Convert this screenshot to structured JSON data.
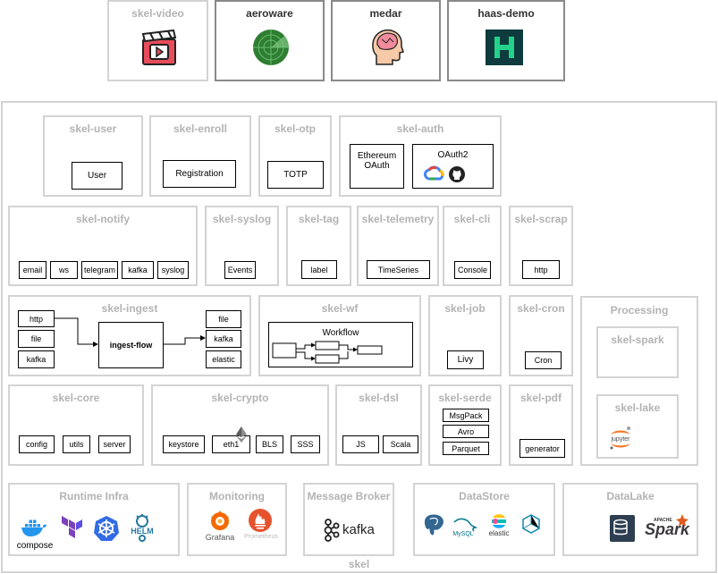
{
  "top_modules": [
    {
      "name": "skel-video"
    },
    {
      "name": "aeroware"
    },
    {
      "name": "medar"
    },
    {
      "name": "haas-demo"
    }
  ],
  "skel": {
    "label": "skel",
    "user": {
      "title": "skel-user",
      "box": "User"
    },
    "enroll": {
      "title": "skel-enroll",
      "box": "Registration"
    },
    "otp": {
      "title": "skel-otp",
      "box": "TOTP"
    },
    "auth": {
      "title": "skel-auth",
      "ethereum": "Ethereum\nOAuth",
      "oauth2": "OAuth2"
    },
    "notify": {
      "title": "skel-notify",
      "items": [
        "email",
        "ws",
        "telegram",
        "kafka",
        "syslog"
      ]
    },
    "syslog": {
      "title": "skel-syslog",
      "box": "Events"
    },
    "tag": {
      "title": "skel-tag",
      "box": "label"
    },
    "telemetry": {
      "title": "skel-telemetry",
      "box": "TimeSeries"
    },
    "cli": {
      "title": "skel-cli",
      "box": "Console"
    },
    "scrap": {
      "title": "skel-scrap",
      "box": "http"
    },
    "ingest": {
      "title": "skel-ingest",
      "inputs": [
        "http",
        "file",
        "kafka"
      ],
      "center": "ingest-flow",
      "outputs": [
        "file",
        "kafka",
        "elastic"
      ]
    },
    "wf": {
      "title": "skel-wf",
      "box": "Workflow"
    },
    "job": {
      "title": "skel-job",
      "box": "Livy"
    },
    "cron": {
      "title": "skel-cron",
      "box": "Cron"
    },
    "processing": {
      "title": "Processing",
      "spark": "skel-spark",
      "lake": "skel-lake",
      "jupyter": "jupyter"
    },
    "core": {
      "title": "skel-core",
      "items": [
        "config",
        "utils",
        "server"
      ]
    },
    "crypto": {
      "title": "skel-crypto",
      "items": [
        "keystore",
        "eth1",
        "BLS",
        "SSS"
      ]
    },
    "dsl": {
      "title": "skel-dsl",
      "items": [
        "JS",
        "Scala"
      ]
    },
    "serde": {
      "title": "skel-serde",
      "items": [
        "MsgPack",
        "Avro",
        "Parquet"
      ]
    },
    "pdf": {
      "title": "skel-pdf",
      "box": "generator"
    },
    "infra": {
      "title": "Runtime Infra",
      "compose": "compose",
      "helm": "HELM"
    },
    "monitoring": {
      "title": "Monitoring",
      "grafana": "Grafana",
      "prometheus": "Prometheus"
    },
    "broker": {
      "title": "Message Broker",
      "kafka": "kafka"
    },
    "datastore": {
      "title": "DataStore",
      "mysql": "MySQL",
      "elastic": "elastic"
    },
    "datalake": {
      "title": "DataLake",
      "spark": "Spark",
      "apache": "APACHE"
    }
  },
  "colors": {
    "border_light": "#d3d3d3",
    "border_dark": "#8a8a8a",
    "title_light": "#b3b3b3",
    "title_dark": "#333333",
    "video_red": "#e84c5a",
    "radar_green": "#2e7d32",
    "haas_teal": "#0d3b3e",
    "haas_green": "#23d18b",
    "docker_blue": "#2496ed",
    "terraform_purple": "#7b42bc",
    "k8s_blue": "#326ce5",
    "helm_navy": "#277a9f",
    "grafana_orange": "#f46800",
    "prometheus_orange": "#e6522c",
    "postgres_blue": "#336791",
    "spark_orange": "#e25a1c"
  }
}
